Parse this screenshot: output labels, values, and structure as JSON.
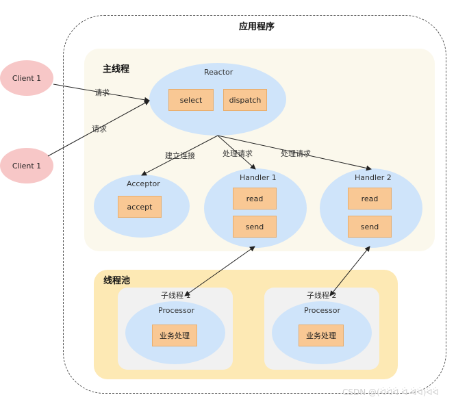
{
  "app_title": "应用程序",
  "main_thread": {
    "title": "主线程",
    "reactor": {
      "label": "Reactor",
      "boxes": [
        "select",
        "dispatch"
      ]
    },
    "acceptor": {
      "label": "Acceptor",
      "box": "accept"
    },
    "handlers": [
      {
        "label": "Handler 1",
        "boxes": [
          "read",
          "send"
        ]
      },
      {
        "label": "Handler 2",
        "boxes": [
          "read",
          "send"
        ]
      }
    ]
  },
  "thread_pool": {
    "title": "线程池",
    "subthreads": [
      {
        "label": "子线程  1",
        "processor": "Processor",
        "task": "业务处理"
      },
      {
        "label": "子线程  2",
        "processor": "Processor",
        "task": "业务处理"
      }
    ]
  },
  "clients": [
    "Client 1",
    "Client 1"
  ],
  "edge_labels": {
    "request_1": "请求",
    "request_2": "请求",
    "establish": "建立连接",
    "process_1": "处理请求",
    "process_2": "处理请求"
  },
  "watermark": "CSDN @(ᐛᐛᐛ ᐛ ᐛᐛ)ᐛᐛ",
  "colors": {
    "ellipse": "#cfe4fa",
    "box": "#f9c894",
    "client": "#f7c7c7",
    "main_area": "#fbf8ec",
    "pool_area": "#fde9b4"
  }
}
